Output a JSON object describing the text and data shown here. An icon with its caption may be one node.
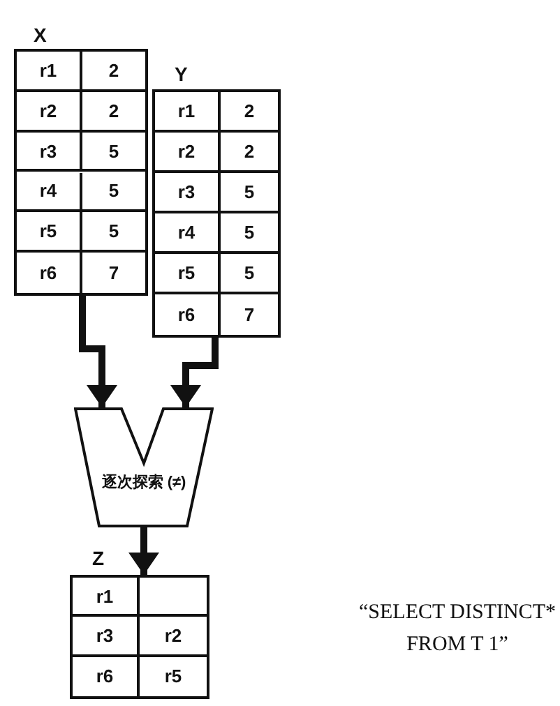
{
  "diagram": {
    "nodes": [
      {
        "text": [
          "X"
        ]
      },
      {
        "text": [
          "Y"
        ]
      },
      {
        "text": [
          "逐次探索 (≠)"
        ]
      },
      {
        "text": [
          "Z"
        ]
      }
    ],
    "edges": [
      {
        "from": 0,
        "to": 2,
        "arrow": "to"
      },
      {
        "from": 1,
        "to": 2,
        "arrow": "to"
      },
      {
        "from": 2,
        "to": 3,
        "arrow": "to"
      }
    ],
    "labels": [
      "r1",
      "2",
      "r2",
      "2",
      "r3",
      "5",
      "r4",
      "5",
      "r5",
      "5",
      "r6",
      "7",
      "r1",
      "2",
      "r2",
      "2",
      "r3",
      "5",
      "r4",
      "5",
      "r5",
      "5",
      "r6",
      "7",
      "r1",
      "r3",
      "r2",
      "r6",
      "r5",
      "“SELECT DISTINCT* FROM T 1”"
    ]
  }
}
